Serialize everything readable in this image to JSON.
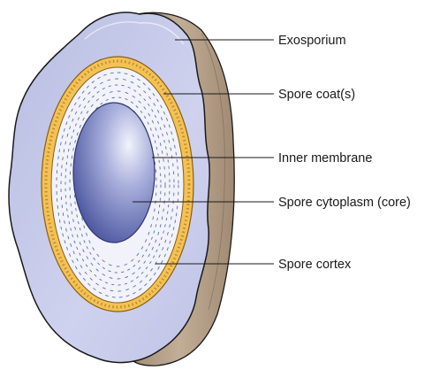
{
  "labels": {
    "exosporium": "Exosporium",
    "spore_coats": "Spore coat(s)",
    "inner_membrane": "Inner membrane",
    "core": "Spore cytoplasm (core)",
    "cortex": "Spore cortex"
  },
  "colors": {
    "exosporium_fill": "#c4c8e6",
    "exosporium_outline": "#1a1a1a",
    "side_edge": "#b5a089",
    "coat_fill": "#f2c257",
    "coat_dots": "#c58a1e",
    "cortex_fill": "#f1f2fa",
    "cortex_dash": "#5a6fa8",
    "core_light": "#eef0fb",
    "core_dark": "#3f4a98",
    "leader_line": "#1a1a1a"
  }
}
